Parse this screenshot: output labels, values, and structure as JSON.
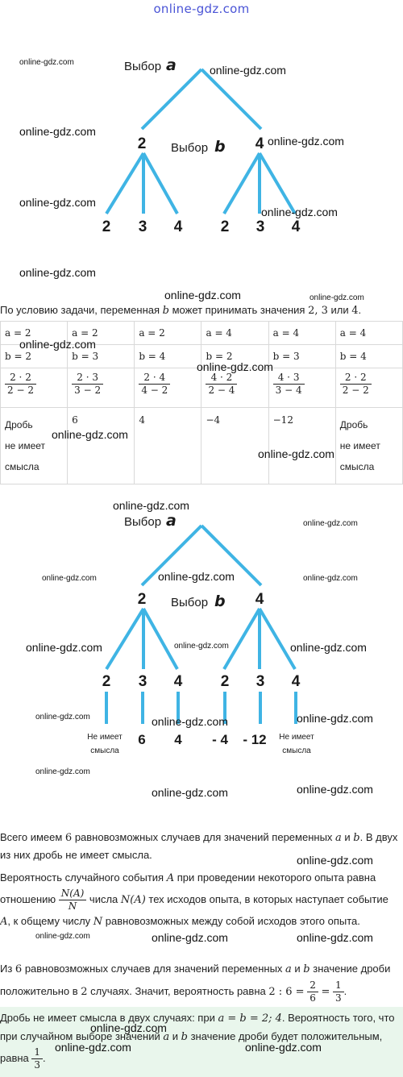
{
  "header": {
    "site": "online-gdz.com"
  },
  "watermark": "online-gdz.com",
  "tree": {
    "choice_a": "Выбор",
    "choice_b": "Выбор",
    "var_a": "a",
    "var_b": "b",
    "roots": [
      "2",
      "4"
    ],
    "leaves": [
      "2",
      "3",
      "4",
      "2",
      "3",
      "4"
    ]
  },
  "tree2": {
    "results": [
      "6",
      "4",
      "- 4",
      "- 12"
    ],
    "no_sense_line1": "Не имеет",
    "no_sense_line2": "смысла"
  },
  "intro": {
    "t1": "По условию задачи, переменная ",
    "v": "b",
    "t2": " может принимать значения ",
    "n1": "2, 3",
    "t3": " или ",
    "n2": "4",
    "t4": "."
  },
  "table": {
    "a_row": [
      "a = 2",
      "a = 2",
      "a = 2",
      "a = 4",
      "a = 4",
      "a = 4"
    ],
    "b_row": [
      "b = 2",
      "b = 3",
      "b = 4",
      "b = 2",
      "b = 3",
      "b = 4"
    ],
    "fractions": [
      {
        "num": "2 · 2",
        "den": "2 − 2"
      },
      {
        "num": "2 · 3",
        "den": "3 − 2"
      },
      {
        "num": "2 · 4",
        "den": "4 − 2"
      },
      {
        "num": "4 · 2",
        "den": "2 − 4"
      },
      {
        "num": "4 · 3",
        "den": "3 − 4"
      },
      {
        "num": "2 · 2",
        "den": "2 − 2"
      }
    ],
    "values": [
      "6",
      "4",
      "−4",
      "−12"
    ],
    "no_sense": [
      "Дробь",
      "не имеет",
      "смысла"
    ]
  },
  "para1": {
    "t1": "Всего имеем ",
    "n": "6",
    "t2": " равновозможных случаев для значений переменных ",
    "a": "a",
    "t3": " и ",
    "b": "b",
    "t4": ". В двух из них дробь не имеет смысла."
  },
  "para2": {
    "t1": "Вероятность случайного события ",
    "A": "A",
    "t2": " при проведении некоторого опыта равна отношению ",
    "frac_num": "N(A)",
    "frac_den": "N",
    "t3": " числа ",
    "NA": "N(A)",
    "t4": " тех исходов опыта, в которых наступает событие ",
    "A2": "A",
    "t5": ", к общему числу ",
    "N": "N",
    "t6": " равновозможных между собой исходов этого опыта."
  },
  "para3": {
    "t1": "Из ",
    "n": "6",
    "t2": " равновозможных случаев для значений переменных ",
    "a": "a",
    "t3": " и ",
    "b": "b",
    "t4": " значение дроби положительно в ",
    "n2": "2",
    "t5": " случаях. Значит, вероятность равна ",
    "eq1": "2 : 6 =",
    "f1n": "2",
    "f1d": "6",
    "eq2": "=",
    "f2n": "1",
    "f2d": "3",
    "t6": "."
  },
  "para4": {
    "t1": "Дробь не имеет смысла в двух случаях: при ",
    "eq": "a = b = 2; 4",
    "t2": ". Вероятность того, что при случайном выборе значений ",
    "a": "a",
    "t3": " и ",
    "b": "b",
    "t4": " значение дроби будет положительным, равна ",
    "fn": "1",
    "fd": "3",
    "t5": "."
  }
}
